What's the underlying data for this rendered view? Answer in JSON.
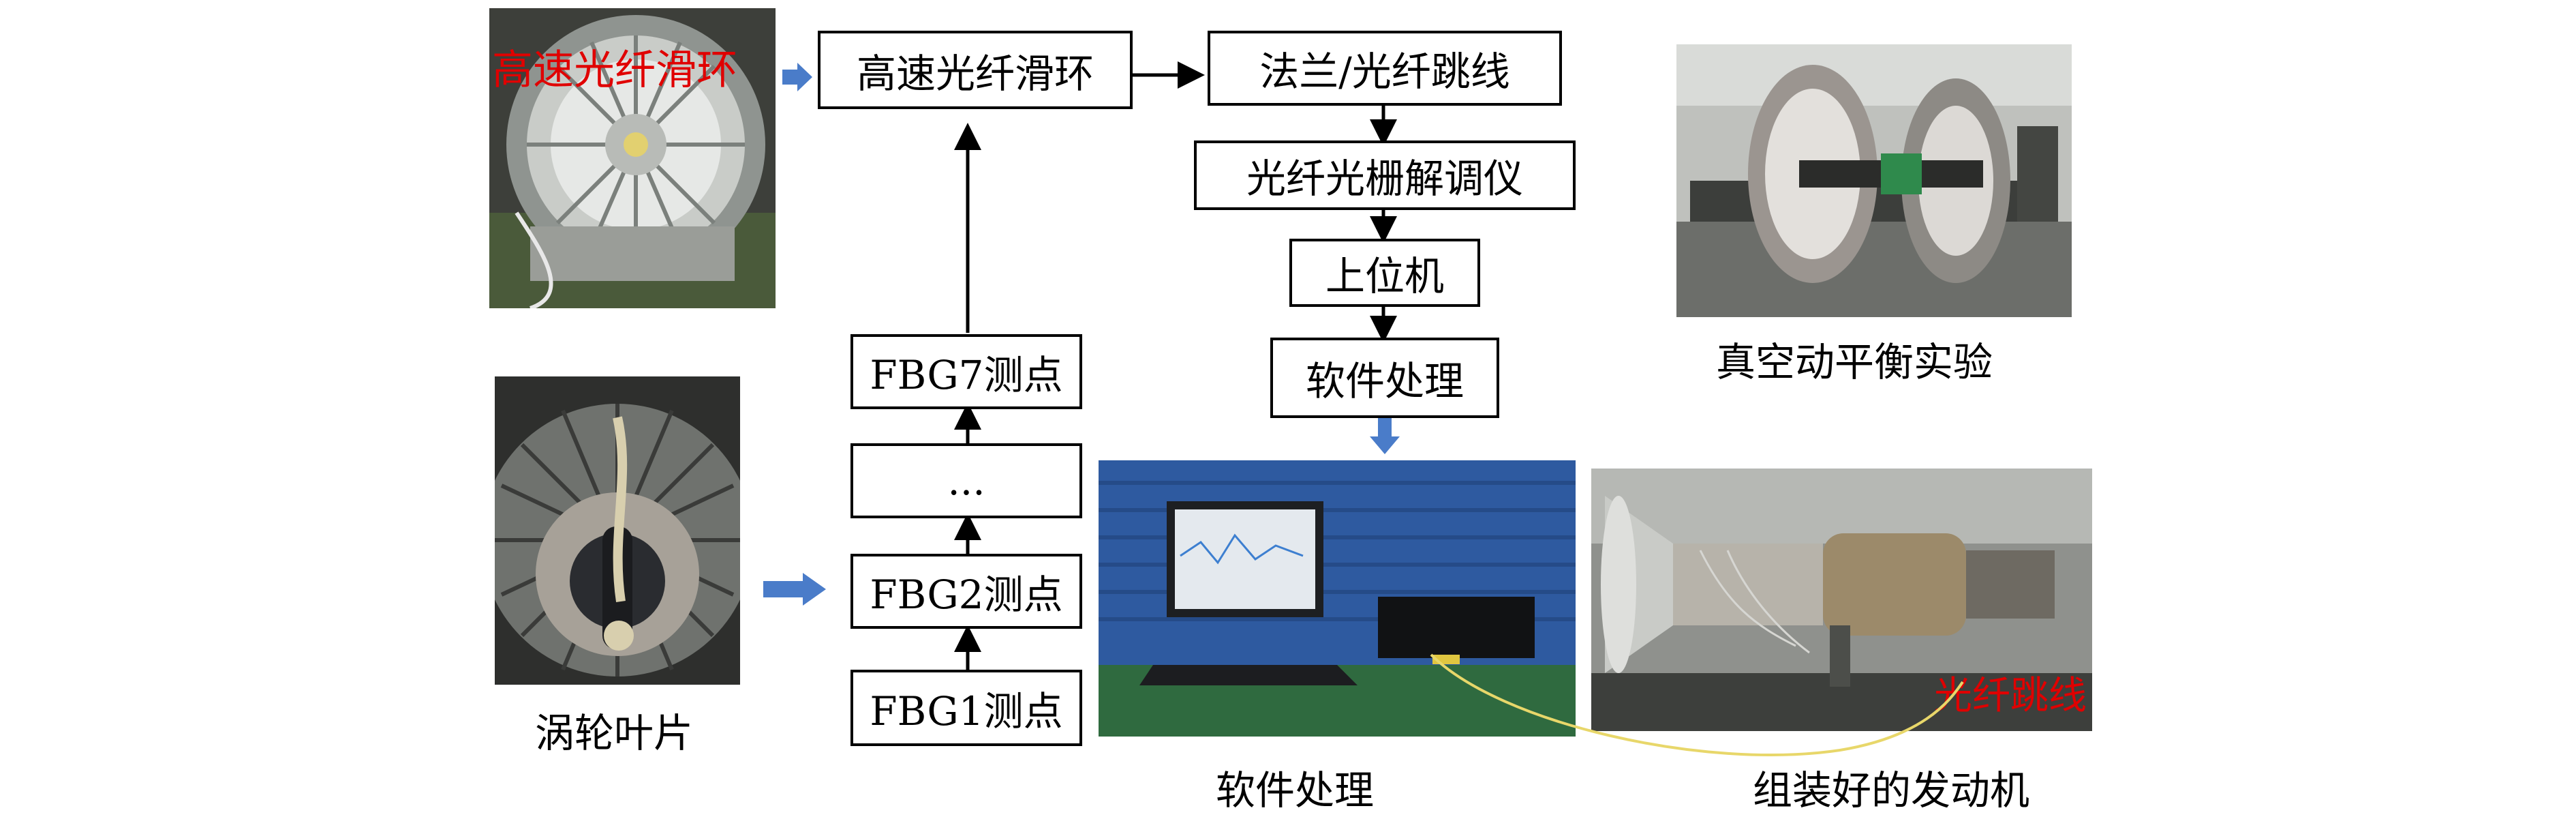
{
  "photos": {
    "slip_ring": {
      "callout": "高速光纤滑环"
    },
    "turbine_blade": {
      "caption": "涡轮叶片"
    },
    "vacuum_balance": {
      "caption": "真空动平衡实验"
    },
    "software_station": {
      "caption": "软件处理"
    },
    "engine": {
      "caption": "组装好的发动机",
      "callout": "光纤跳线"
    }
  },
  "flow": {
    "slip_ring_box": "高速光纤滑环",
    "flange_box": "法兰/光纤跳线",
    "demodulator_box": "光纤光栅解调仪",
    "host_box": "上位机",
    "software_box": "软件处理",
    "fbg7_box": "FBG7测点",
    "ellipsis_box": "...",
    "fbg2_box": "FBG2测点",
    "fbg1_box": "FBG1测点"
  },
  "colors": {
    "line": "#000000",
    "blue_arrow": "#4a7cc9",
    "callout_red": "#e00000",
    "fiber_yellow": "#e8d76a"
  }
}
